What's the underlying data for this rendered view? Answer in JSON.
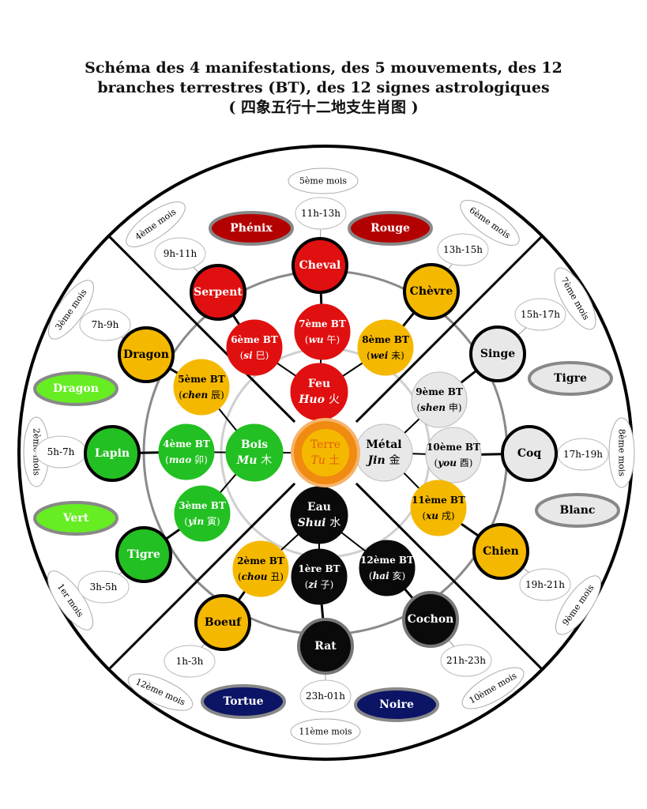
{
  "title": {
    "line1": "Schéma des 4 manifestations, des 5 mouvements, des 12",
    "line2": "branches terrestres (BT), des 12 signes astrologiques",
    "line3": "( 四象五行十二地支生肖图 )"
  },
  "colors": {
    "red": "#e01010",
    "dark_red": "#b30000",
    "yellow": "#f5b800",
    "green": "#22c022",
    "light_green": "#66ee22",
    "grey": "#e8e8e8",
    "black": "#0a0a0a",
    "navy": "#0c1466",
    "orange": "#f08a10"
  },
  "center": {
    "name": "Terre",
    "pinyin": "Tu",
    "hanzi": "土"
  },
  "elements": [
    {
      "key": "fire",
      "name": "Feu",
      "pinyin": "Huo",
      "hanzi": "火"
    },
    {
      "key": "wood",
      "name": "Bois",
      "pinyin": "Mu",
      "hanzi": "木"
    },
    {
      "key": "metal",
      "name": "Métal",
      "pinyin": "Jin",
      "hanzi": "金"
    },
    {
      "key": "water",
      "name": "Eau",
      "pinyin": "Shui",
      "hanzi": "水"
    }
  ],
  "branches": [
    {
      "num": "1ère BT",
      "pinyin": "zi",
      "hanzi": "子",
      "color": "black"
    },
    {
      "num": "2ème BT",
      "pinyin": "chou",
      "hanzi": "丑",
      "color": "yellow"
    },
    {
      "num": "3ème BT",
      "pinyin": "yin",
      "hanzi": "寅",
      "color": "green"
    },
    {
      "num": "4ème BT",
      "pinyin": "mao",
      "hanzi": "卯",
      "color": "green"
    },
    {
      "num": "5ème BT",
      "pinyin": "chen",
      "hanzi": "辰",
      "color": "yellow"
    },
    {
      "num": "6ème BT",
      "pinyin": "si",
      "hanzi": "巳",
      "color": "red"
    },
    {
      "num": "7ème BT",
      "pinyin": "wu",
      "hanzi": "午",
      "color": "red"
    },
    {
      "num": "8ème BT",
      "pinyin": "wei",
      "hanzi": "未",
      "color": "yellow"
    },
    {
      "num": "9ème BT",
      "pinyin": "shen",
      "hanzi": "申",
      "color": "grey"
    },
    {
      "num": "10ème BT",
      "pinyin": "you",
      "hanzi": "酉",
      "color": "grey"
    },
    {
      "num": "11ème BT",
      "pinyin": "xu",
      "hanzi": "戌",
      "color": "yellow"
    },
    {
      "num": "12ème BT",
      "pinyin": "hai",
      "hanzi": "亥",
      "color": "black"
    }
  ],
  "animals": [
    {
      "name": "Rat",
      "color": "black"
    },
    {
      "name": "Boeuf",
      "color": "yellow"
    },
    {
      "name": "Tigre",
      "color": "green"
    },
    {
      "name": "Lapin",
      "color": "green"
    },
    {
      "name": "Dragon",
      "color": "yellow"
    },
    {
      "name": "Serpent",
      "color": "red"
    },
    {
      "name": "Cheval",
      "color": "red"
    },
    {
      "name": "Chèvre",
      "color": "yellow"
    },
    {
      "name": "Singe",
      "color": "grey"
    },
    {
      "name": "Coq",
      "color": "grey"
    },
    {
      "name": "Chien",
      "color": "yellow"
    },
    {
      "name": "Cochon",
      "color": "black"
    }
  ],
  "hours": [
    "23h-01h",
    "1h-3h",
    "3h-5h",
    "5h-7h",
    "7h-9h",
    "9h-11h",
    "11h-13h",
    "13h-15h",
    "15h-17h",
    "17h-19h",
    "19h-21h",
    "21h-23h"
  ],
  "months": [
    "11ème mois",
    "12ème mois",
    "1er mois",
    "2ème mois",
    "3ème mois",
    "4ème mois",
    "5ème mois",
    "6ème mois",
    "7ème mois",
    "8ème mois",
    "9ème mois",
    "10ème mois"
  ],
  "manifestations": [
    {
      "label": "Phénix",
      "color": "dark_red"
    },
    {
      "label": "Rouge",
      "color": "dark_red"
    },
    {
      "label": "Dragon",
      "color": "light_green"
    },
    {
      "label": "Vert",
      "color": "light_green"
    },
    {
      "label": "Tigre",
      "color": "grey"
    },
    {
      "label": "Blanc",
      "color": "grey"
    },
    {
      "label": "Tortue",
      "color": "navy"
    },
    {
      "label": "Noire",
      "color": "navy"
    }
  ]
}
